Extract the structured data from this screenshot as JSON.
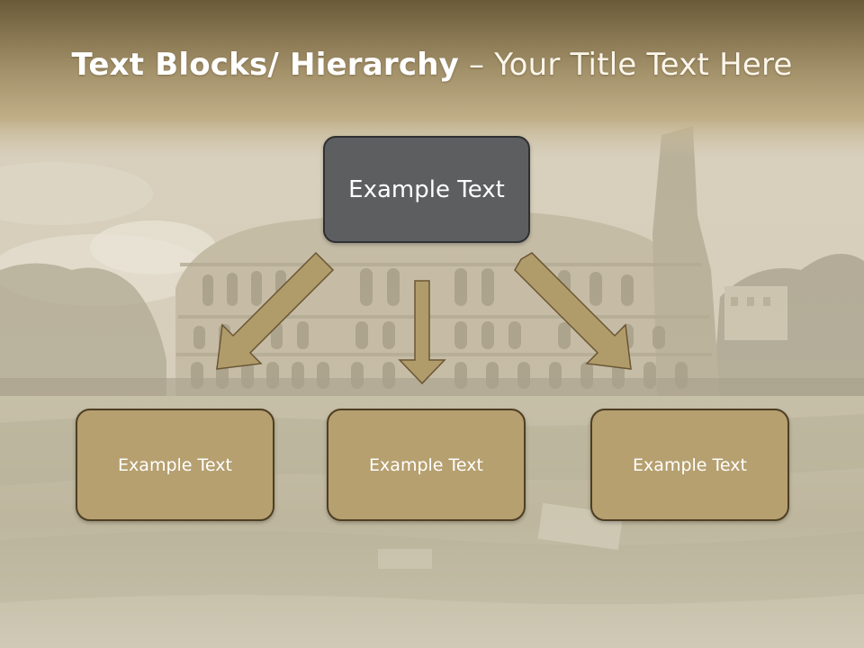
{
  "slide": {
    "title_bold": "Text Blocks/ Hierarchy",
    "title_rest": " – Your Title Text Here",
    "colors": {
      "header_gradient_top": "#6b5a38",
      "header_gradient_bottom": "#b7a57c",
      "top_box_fill": "#5d5e60",
      "child_box_fill": "#b6a070",
      "arrow_fill": "#b09b6a",
      "arrow_stroke": "#6a5634"
    }
  },
  "diagram": {
    "root": {
      "label": "Example Text"
    },
    "children": [
      {
        "label": "Example Text"
      },
      {
        "label": "Example Text"
      },
      {
        "label": "Example Text"
      }
    ]
  }
}
